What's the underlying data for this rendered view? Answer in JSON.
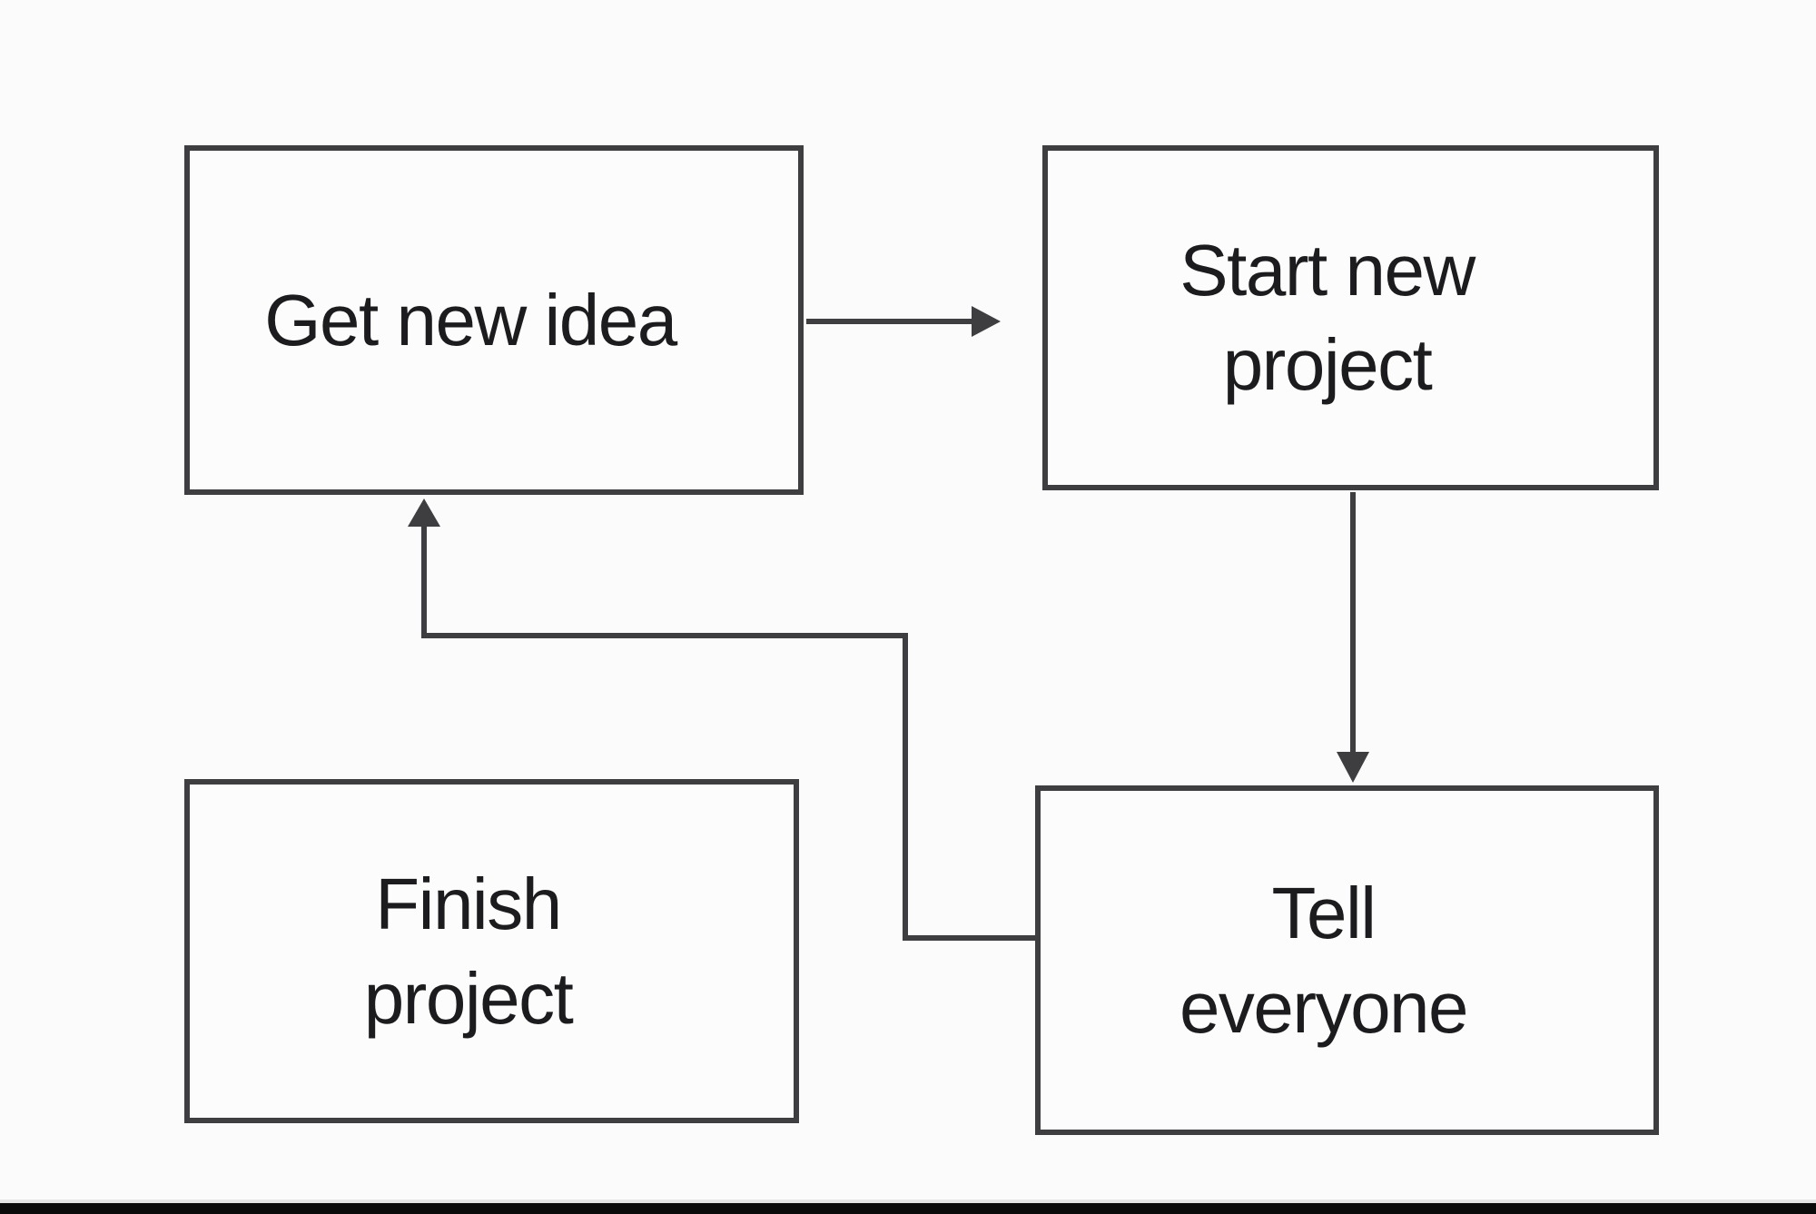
{
  "diagram": {
    "type": "flowchart",
    "nodes": [
      {
        "id": "get-new-idea",
        "label": "Get new idea"
      },
      {
        "id": "start-new-project",
        "label": "Start new\nproject"
      },
      {
        "id": "tell-everyone",
        "label": "Tell\neveryone"
      },
      {
        "id": "finish-project",
        "label": "Finish\nproject"
      }
    ],
    "edges": [
      {
        "from": "get-new-idea",
        "to": "start-new-project",
        "style": "straight-right-arrow"
      },
      {
        "from": "start-new-project",
        "to": "tell-everyone",
        "style": "straight-down-arrow"
      },
      {
        "from": "tell-everyone",
        "to": "get-new-idea",
        "style": "orthogonal-loop-up-arrow"
      }
    ],
    "colors": {
      "background": "#fbfbfb",
      "node_fill": "#fcfcfc",
      "stroke": "#3e3e40",
      "text": "#1c1c1e",
      "bottom_bar": "#0a0a0a"
    }
  }
}
